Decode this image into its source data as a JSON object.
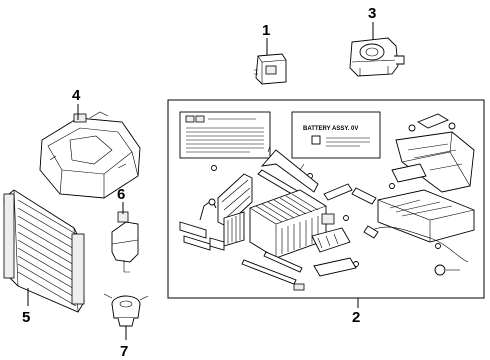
{
  "callouts": {
    "c1": "1",
    "c2": "2",
    "c3": "3",
    "c4": "4",
    "c5": "5",
    "c6": "6",
    "c7": "7"
  },
  "labels": {
    "battery_assy": "BATTERY ASSY. 0V"
  }
}
